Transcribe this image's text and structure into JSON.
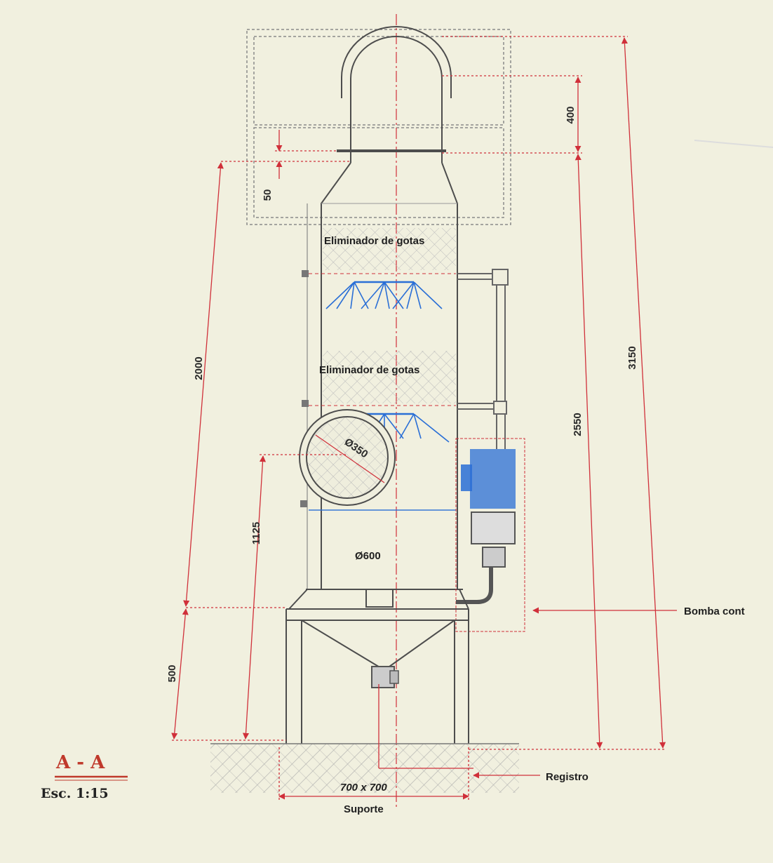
{
  "labels": {
    "eliminator_top": "Eliminador de gotas",
    "eliminator_mid": "Eliminador de gotas",
    "diameter_manhole": "Ø350",
    "diameter_body": "Ø600",
    "pump": "Bomba cont",
    "registro": "Registro",
    "base_size": "700 x 700",
    "base_name": "Suporte"
  },
  "dimensions": {
    "d400": "400",
    "d50": "50",
    "d2000": "2000",
    "d1125": "1125",
    "d500": "500",
    "d2550": "2550",
    "d3150": "3150"
  },
  "section": {
    "title": "A - A",
    "scale": "Esc. 1:15"
  },
  "colors": {
    "paper": "#f1f0df",
    "line": "#555555",
    "dimension": "#d0303a",
    "spray": "#2a6fd6",
    "pump": "#2a6fd6"
  }
}
